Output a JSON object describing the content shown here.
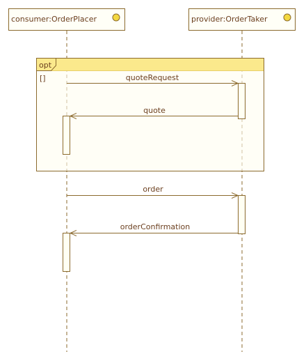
{
  "lifelines": [
    {
      "name": "consumer:OrderPlacer",
      "icon": "interface-ball-icon"
    },
    {
      "name": "provider:OrderTaker",
      "icon": "interface-ball-icon"
    }
  ],
  "fragment": {
    "operator": "opt",
    "guard": "[]"
  },
  "messages": [
    {
      "label": "quoteRequest",
      "from": 0,
      "to": 1
    },
    {
      "label": "quote",
      "from": 1,
      "to": 0
    },
    {
      "label": "order",
      "from": 0,
      "to": 1
    },
    {
      "label": "orderConfirmation",
      "from": 1,
      "to": 0
    }
  ],
  "colors": {
    "line": "#8b6a2e",
    "text": "#6b3f1f",
    "box_fill": "#fffff7",
    "fragment_fill": "#fffdf0",
    "operator_tab": "#fbe98c",
    "activation_fill": "#fffff2",
    "icon_fill": "#f3d840"
  }
}
